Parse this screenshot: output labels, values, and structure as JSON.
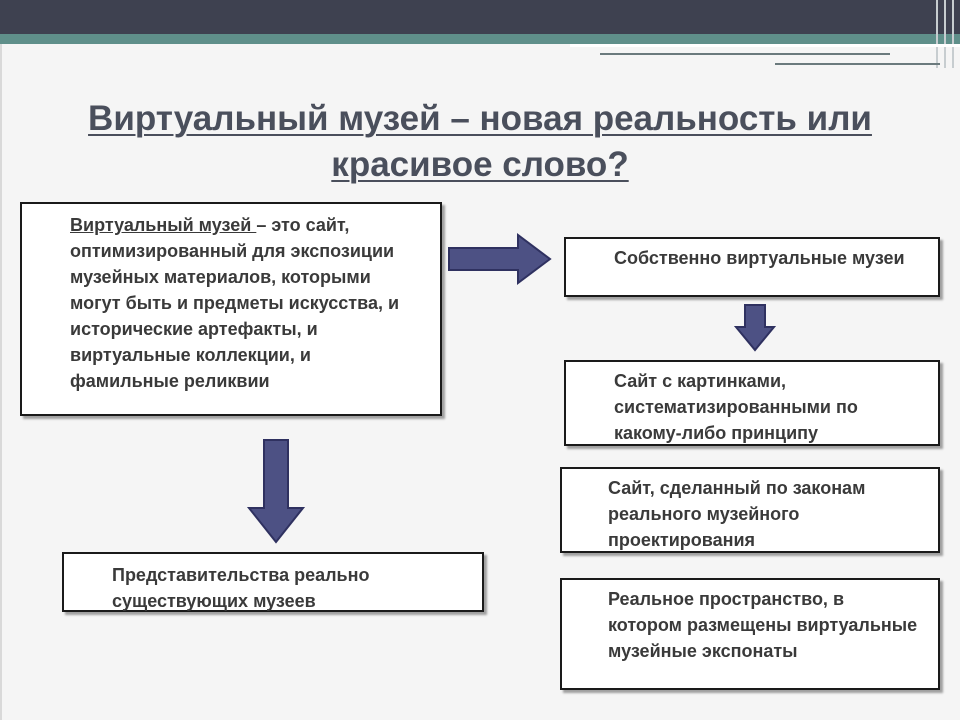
{
  "slide": {
    "title_line1": "Виртуальный музей – новая реальность или",
    "title_line2": "красивое слово?"
  },
  "definition": {
    "term": "Виртуальный музей ",
    "rest": "– это сайт, оптимизированный для экспозиции музейных материалов, которыми могут быть и предметы искусства, и исторические артефакты, и виртуальные коллекции, и фамильные реликвии"
  },
  "left_bottom": {
    "text": "Представительства реально существующих музеев"
  },
  "right_top": {
    "text": "Собственно виртуальные музеи"
  },
  "right_items": [
    {
      "text": "Сайт с картинками, систематизированными по какому-либо принципу"
    },
    {
      "text": "Сайт, сделанный по законам реального музейного проектирования"
    },
    {
      "text": "Реальное пространство, в котором размещены виртуальные музейные экспонаты"
    }
  ],
  "colors": {
    "arrow_fill": "#4d5184",
    "arrow_stroke": "#2f3160",
    "text": "#3a3a3a",
    "title": "#4a4f5c"
  }
}
